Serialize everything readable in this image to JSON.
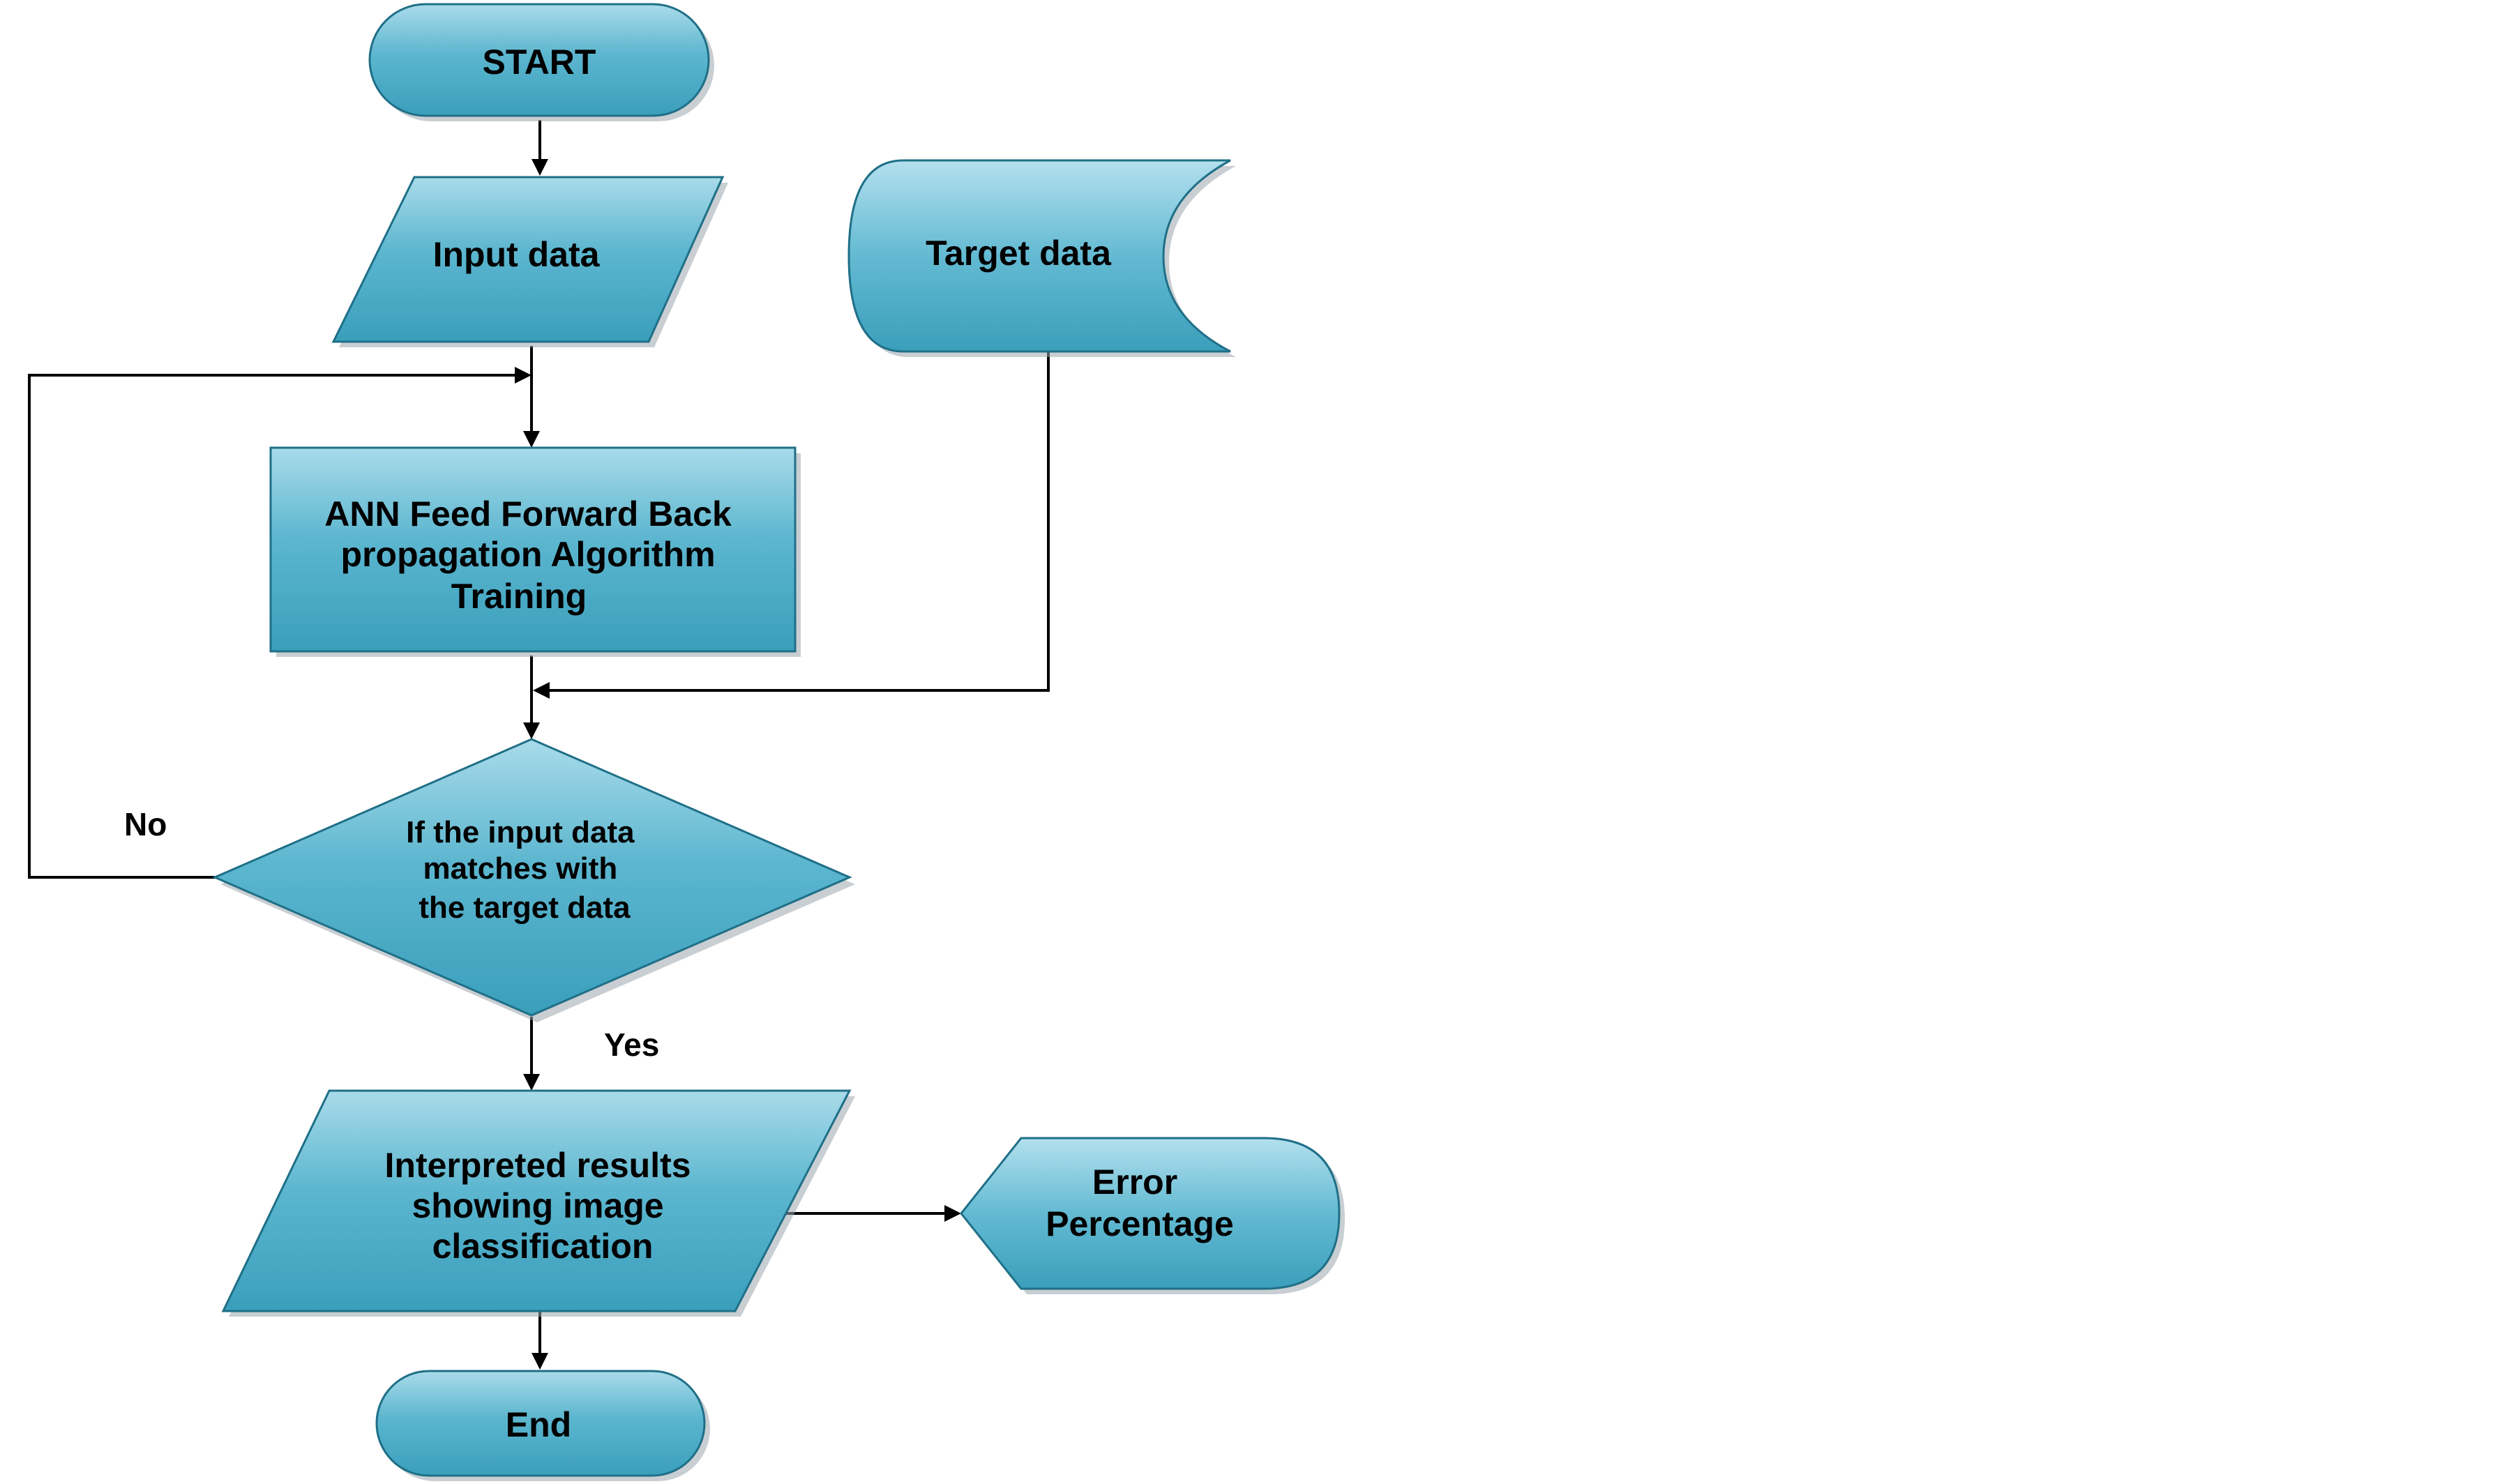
{
  "colors": {
    "node_fill_light": "#9fd6e6",
    "node_fill_dark": "#3ea3bf",
    "node_stroke": "#1f6f87",
    "connector": "#000000",
    "text": "#000000",
    "background": "#ffffff"
  },
  "nodes": {
    "start": {
      "shape": "terminator",
      "lines": [
        "START"
      ]
    },
    "input_data": {
      "shape": "data-parallelogram",
      "lines": [
        "Input data"
      ]
    },
    "target_data": {
      "shape": "stored-data",
      "lines": [
        "Target data"
      ]
    },
    "ann_training": {
      "shape": "process",
      "lines": [
        "ANN Feed Forward  Back",
        "propagation Algorithm",
        "Training"
      ]
    },
    "decision": {
      "shape": "decision",
      "lines": [
        "If the input data",
        "matches with",
        "the target data"
      ]
    },
    "results": {
      "shape": "data-parallelogram",
      "lines": [
        "Interpreted results",
        "showing image",
        "classification"
      ]
    },
    "error": {
      "shape": "display",
      "lines": [
        "Error",
        "Percentage"
      ]
    },
    "end": {
      "shape": "terminator",
      "lines": [
        "End"
      ]
    }
  },
  "edges": [
    {
      "from": "start",
      "to": "input_data"
    },
    {
      "from": "input_data",
      "to": "ann_training"
    },
    {
      "from": "ann_training",
      "to": "decision"
    },
    {
      "from": "target_data",
      "to": "decision"
    },
    {
      "from": "decision",
      "to": "ann_training",
      "label": "No"
    },
    {
      "from": "decision",
      "to": "results",
      "label": "Yes"
    },
    {
      "from": "results",
      "to": "error"
    },
    {
      "from": "results",
      "to": "end"
    }
  ],
  "edge_labels": {
    "no": "No",
    "yes": "Yes"
  }
}
